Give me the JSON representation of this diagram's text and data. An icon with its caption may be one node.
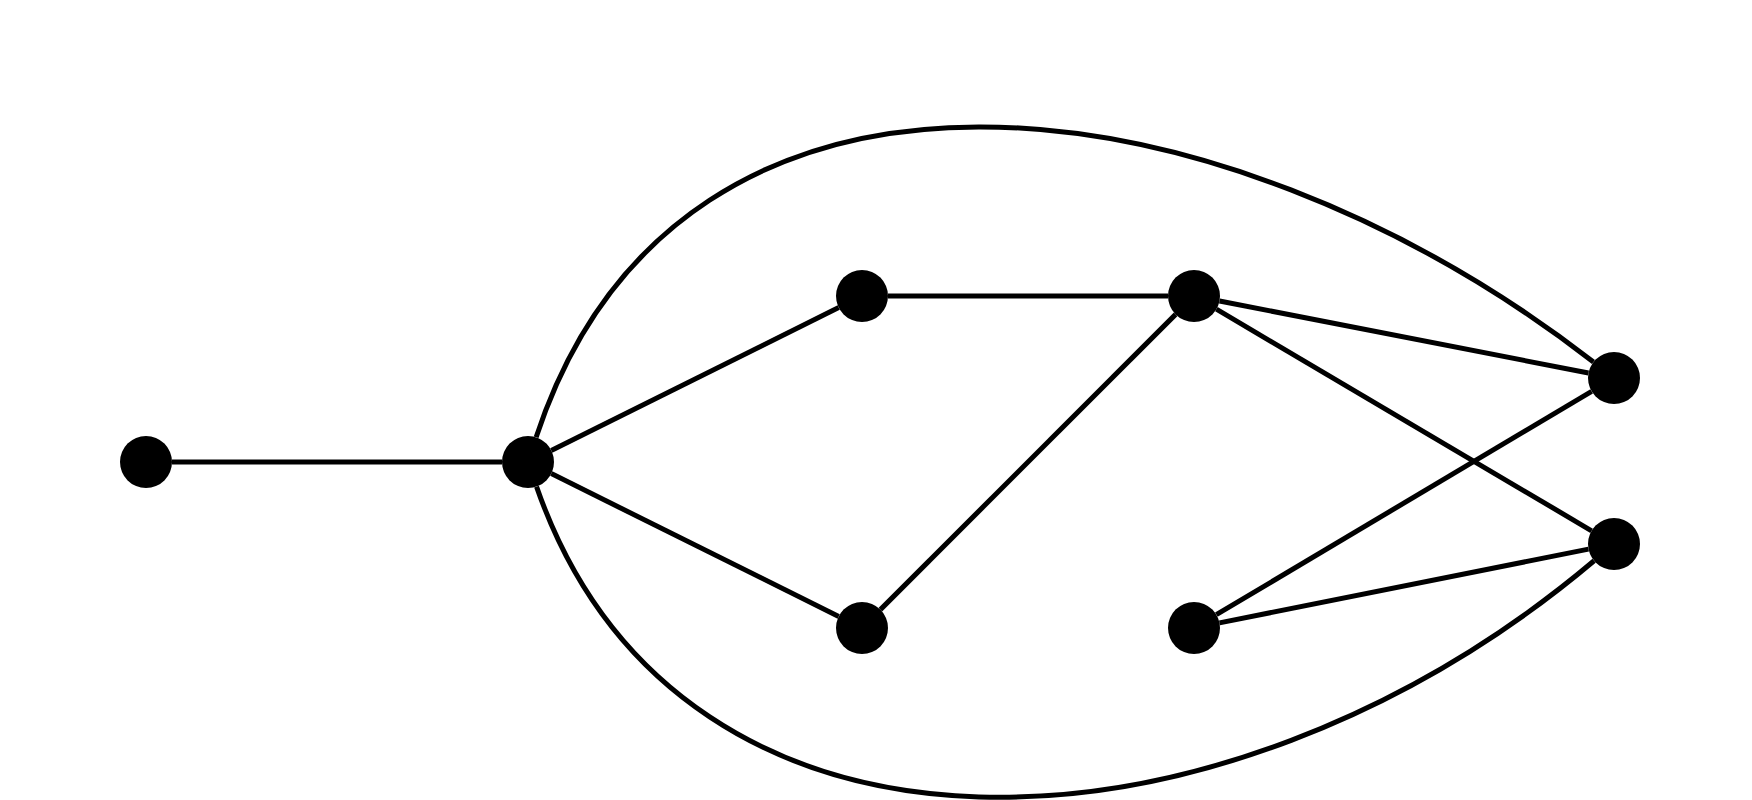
{
  "diagram": {
    "nodes": [
      {
        "text": [],
        "shape": "circle"
      },
      {
        "text": [],
        "shape": "circle"
      },
      {
        "text": [],
        "shape": "circle"
      },
      {
        "text": [],
        "shape": "circle"
      },
      {
        "text": [],
        "shape": "circle"
      },
      {
        "text": [],
        "shape": "circle"
      },
      {
        "text": [],
        "shape": "circle"
      },
      {
        "text": [],
        "shape": "circle"
      }
    ],
    "edges": [
      {
        "from": 0,
        "to": 1,
        "arrow": "none"
      },
      {
        "from": 1,
        "to": 2,
        "arrow": "none"
      },
      {
        "from": 1,
        "to": 3,
        "arrow": "none"
      },
      {
        "from": 2,
        "to": 4,
        "arrow": "none"
      },
      {
        "from": 3,
        "to": 4,
        "arrow": "none"
      },
      {
        "from": 4,
        "to": 6,
        "arrow": "none"
      },
      {
        "from": 4,
        "to": 7,
        "arrow": "none"
      },
      {
        "from": 5,
        "to": 6,
        "arrow": "none"
      },
      {
        "from": 5,
        "to": 7,
        "arrow": "none"
      },
      {
        "from": 1,
        "to": 6,
        "arrow": "none"
      },
      {
        "from": 1,
        "to": 7,
        "arrow": "none"
      }
    ]
  }
}
